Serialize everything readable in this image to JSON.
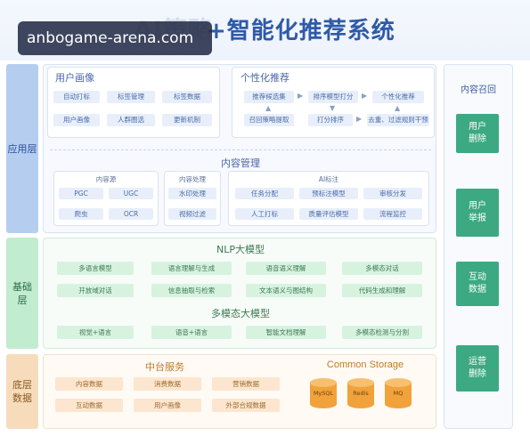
{
  "watermark": "anbogame-arena.com",
  "title": {
    "ghost": "AI策略",
    "main": "+智能化推荐系统"
  },
  "layers": {
    "app": "应用层",
    "base": "基础层",
    "bottom": "底层数据"
  },
  "user_profile": {
    "title": "用户画像",
    "chips": [
      "自动打标",
      "标签管理",
      "标签数据",
      "用户画像",
      "人群圈选",
      "更新机制"
    ]
  },
  "personalized": {
    "title": "个性化推荐",
    "top": [
      "推荐候选集",
      "排序模型打分",
      "个性化推荐"
    ],
    "bottom": [
      "召回策略提取",
      "打分排序",
      "去重、过滤规则干预"
    ]
  },
  "content_mgmt": {
    "title": "内容管理",
    "sources": {
      "title": "内容源",
      "chips": [
        "PGC",
        "UGC",
        "爬虫",
        "OCR"
      ]
    },
    "processing": {
      "title": "内容处理",
      "chips": [
        "水印处理",
        "视频过滤"
      ]
    },
    "ai_label": {
      "title": "AI标注",
      "chips": [
        "任务分配",
        "预标注模型",
        "审核分发",
        "人工打标",
        "质量评估模型",
        "流程监控"
      ]
    }
  },
  "nlp": {
    "title": "NLP大模型",
    "chips": [
      "多语言模型",
      "语言理解与生成",
      "语音语义理解",
      "多模态对话",
      "开放域对话",
      "信息抽取与检索",
      "文本语义与图结构",
      "代码生成和理解"
    ]
  },
  "multimodal": {
    "title": "多模态大模型",
    "chips": [
      "视觉+语言",
      "语音+语言",
      "智能文档理解",
      "多模态检测与分割"
    ]
  },
  "middle": {
    "title": "中台服务",
    "chips": [
      "内容数据",
      "消费数据",
      "营销数据",
      "互动数据",
      "用户画像",
      "外部合规数据"
    ]
  },
  "storage": {
    "title": "Common Storage",
    "items": [
      "MySQL",
      "Redis",
      "MQ"
    ]
  },
  "recall": {
    "title": "内容召回",
    "items": [
      "用户删除",
      "用户举报",
      "互动数据",
      "运营删除"
    ]
  },
  "colors": {
    "header_text": "#2f5aa8",
    "app_layer": "#b5cef0",
    "base_layer": "#c2ecd0",
    "bottom_layer": "#f7dcbc",
    "recall_box": "#3ca983",
    "cylinder": "#f2a23a"
  }
}
